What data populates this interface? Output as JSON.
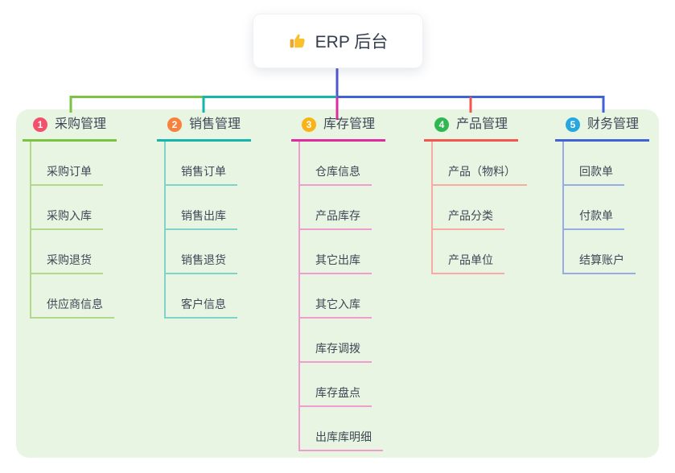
{
  "root": {
    "label": "ERP 后台",
    "icon": "thumbs-up-icon"
  },
  "connector": {
    "root_color": "#4d58d0"
  },
  "branches": [
    {
      "num": "1",
      "label": "采购管理",
      "badge_color": "#f4506c",
      "line_color": "#7cc243",
      "child_line_color": "#b2d88b",
      "children": [
        "采购订单",
        "采购入库",
        "采购退货",
        "供应商信息"
      ]
    },
    {
      "num": "2",
      "label": "销售管理",
      "badge_color": "#f8823d",
      "line_color": "#13b5ac",
      "child_line_color": "#80d2cb",
      "children": [
        "销售订单",
        "销售出库",
        "销售退货",
        "客户信息"
      ]
    },
    {
      "num": "3",
      "label": "库存管理",
      "badge_color": "#fbb217",
      "line_color": "#e02b9e",
      "child_line_color": "#f09ccf",
      "children": [
        "仓库信息",
        "产品库存",
        "其它出库",
        "其它入库",
        "库存调拨",
        "库存盘点",
        "出库库明细"
      ]
    },
    {
      "num": "4",
      "label": "产品管理",
      "badge_color": "#2eb84f",
      "line_color": "#f2564e",
      "child_line_color": "#f8aba3",
      "children": [
        "产品（物料）",
        "产品分类",
        "产品单位"
      ]
    },
    {
      "num": "5",
      "label": "财务管理",
      "badge_color": "#27a7e0",
      "line_color": "#3f63d6",
      "child_line_color": "#97abe4",
      "children": [
        "回款单",
        "付款单",
        "结算账户"
      ]
    }
  ]
}
